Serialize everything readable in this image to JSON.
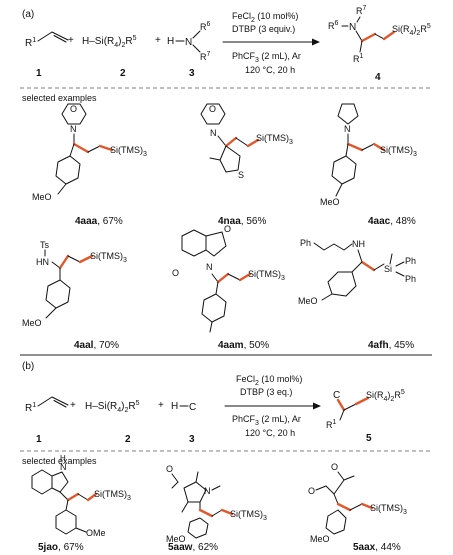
{
  "panel_a": {
    "label": "(a)",
    "r1": "R",
    "r1_sup": "1",
    "plus": "+",
    "silane_h": "H",
    "silane_dash": "–",
    "silane_si": "Si(R",
    "silane_sup4": "4",
    "silane_paren": ")",
    "silane_r": "R",
    "silane_sup5": "5",
    "amine_h": "H",
    "amine_n": "N",
    "amine_r6": "R",
    "amine_sup6": "6",
    "amine_r7": "R",
    "amine_sup7": "7",
    "cond1": "FeCl",
    "cond1_sub": "2",
    "cond1_rest": " (10 mol%)",
    "cond2": "DTBP (3 equiv.)",
    "cond3": "PhCF",
    "cond3_sub": "3",
    "cond3_rest": " (2 mL), Ar",
    "cond4": "120 °C, 20 h",
    "num1": "1",
    "num2": "2",
    "num3": "3",
    "num4": "4",
    "prod_r6": "R",
    "prod_sup6": "6",
    "prod_n": "N",
    "prod_r7": "R",
    "prod_sup7": "7",
    "prod_si": "Si(R",
    "prod_sup4": "4",
    "prod_paren": ")",
    "prod_r": "R",
    "prod_sup5": "5",
    "prod_r1": "R",
    "prod_sup1": "1"
  },
  "panel_a_examples": {
    "heading": "selected examples",
    "ex1": {
      "id": "4aaa",
      "yield": ", 67%",
      "si": "Si(TMS)",
      "sub": "3",
      "o": "O",
      "n": "N",
      "ome": "MeO"
    },
    "ex2": {
      "id": "4naa",
      "yield": ", 56%",
      "si": "Si(TMS)",
      "sub": "3",
      "o": "O",
      "n": "N",
      "s": "S"
    },
    "ex3": {
      "id": "4aac",
      "yield": ", 48%",
      "si": "Si(TMS)",
      "sub": "3",
      "n": "N",
      "ome": "MeO"
    },
    "ex4": {
      "id": "4aal",
      "yield": ", 70%",
      "si": "Si(TMS)",
      "sub": "3",
      "ts": "Ts",
      "hn": "HN",
      "ome": "MeO"
    },
    "ex5": {
      "id": "4aam",
      "yield": ", 50%",
      "si": "Si(TMS)",
      "sub": "3",
      "o1": "O",
      "o2": "O",
      "n": "N"
    },
    "ex6": {
      "id": "4afh",
      "yield": ", 45%",
      "ph1": "Ph",
      "nh": "NH",
      "si": "Si",
      "ph2": "Ph",
      "ph3": "Ph",
      "ome": "MeO"
    }
  },
  "panel_b": {
    "label": "(b)",
    "r1": "R",
    "r1_sup": "1",
    "plus": "+",
    "silane_h": "H",
    "silane_dash": "–",
    "silane_si": "Si(R",
    "silane_sup4": "4",
    "silane_paren": ")",
    "silane_r": "R",
    "silane_sup5": "5",
    "hc_h": "H",
    "hc_c": "C",
    "cond1": "FeCl",
    "cond1_sub": "2",
    "cond1_rest": " (10 mol%)",
    "cond2": "DTBP (3 eq.)",
    "cond3": "PhCF",
    "cond3_sub": "3",
    "cond3_rest": " (2 mL), Ar",
    "cond4": "120 °C, 20 h",
    "num1": "1",
    "num2": "2",
    "num3": "3",
    "num5": "5",
    "prod_c": "C",
    "prod_si": "Si(R",
    "prod_sup4": "4",
    "prod_paren": ")",
    "prod_r": "R",
    "prod_sup5": "5",
    "prod_r1": "R",
    "prod_sup1": "1"
  },
  "panel_b_examples": {
    "heading": "selected examples",
    "ex1": {
      "id": "5jao",
      "yield": ", 67%",
      "si": "Si(TMS)",
      "sub": "3",
      "n": "N",
      "h": "H",
      "ome": "OMe"
    },
    "ex2": {
      "id": "5aaw",
      "yield": ", 62%",
      "si": "Si(TMS)",
      "sub": "3",
      "o": "O",
      "n": "N",
      "ome": "MeO"
    },
    "ex3": {
      "id": "5aax",
      "yield": ", 44%",
      "si": "Si(TMS)",
      "sub": "3",
      "o1": "O",
      "o2": "O",
      "ome": "MeO"
    }
  },
  "colors": {
    "highlight": "#e2572b",
    "text": "#111111"
  }
}
